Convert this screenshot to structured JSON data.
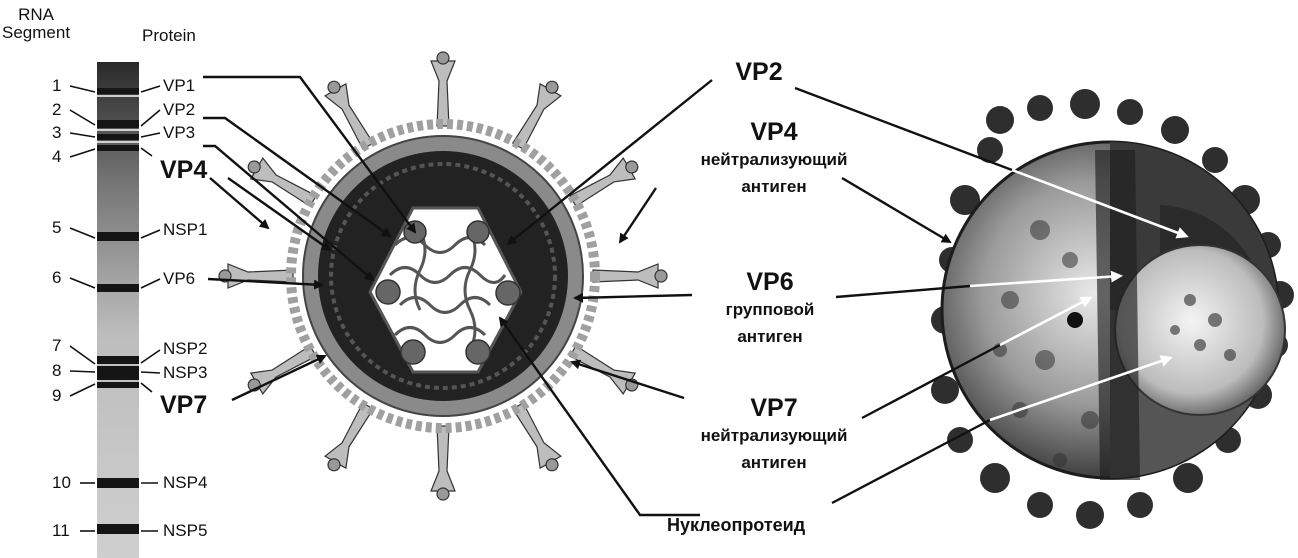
{
  "gel": {
    "header_rna": "RNA\nSegment",
    "header_protein": "Protein",
    "segments": [
      "1",
      "2",
      "3",
      "4",
      "5",
      "6",
      "7",
      "8",
      "9",
      "10",
      "11"
    ],
    "proteins": [
      "VP1",
      "VP2",
      "VP3",
      "NSP1",
      "VP6",
      "NSP2",
      "NSP3",
      "NSP4",
      "NSP5"
    ],
    "big_labels": [
      "VP4",
      "VP7"
    ]
  },
  "callouts": {
    "vp2": {
      "title": "VP2"
    },
    "vp4": {
      "title": "VP4",
      "sub1": "нейтрализующий",
      "sub2": "антиген"
    },
    "vp6": {
      "title": "VP6",
      "sub1": "групповой",
      "sub2": "антиген"
    },
    "vp7": {
      "title": "VP7",
      "sub1": "нейтрализующий",
      "sub2": "антиген"
    },
    "nucleo": "Нуклеопротеид"
  },
  "colors": {
    "ink": "#111111",
    "gel_band": "#1a1a1a",
    "capsid_outer": "#8a8a8a",
    "capsid_mid": "#222222",
    "core_fill": "#ffffff",
    "arrow_white": "#ffffff"
  }
}
